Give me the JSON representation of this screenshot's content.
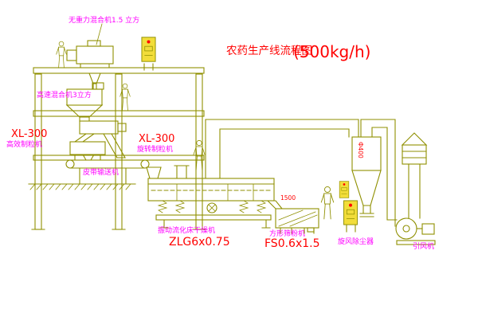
{
  "colors": {
    "bg": "#ffffff",
    "line": "#8f8f00",
    "panel": "#f2dd3a",
    "magenta": "#ff00ff",
    "red": "#ff0000"
  },
  "title": {
    "name": "农药生产线流程图",
    "capacity": "(500kg/h)"
  },
  "labels": {
    "mixer_top": "无重力混合机1.5 立方",
    "mixer_high_speed": "高速混合机3立方",
    "granulator1_model": "XL-300",
    "granulator1_name": "高效制粒机",
    "granulator2_model": "XL-300",
    "granulator2_name": "旋转制粒机",
    "belt_conveyor": "皮带输送机",
    "dryer_name": "振动流化床干燥机",
    "dryer_model": "ZLG6x0.75",
    "sieve_name": "方形筛粉机",
    "sieve_model": "FS0.6x1.5",
    "cyclone_name": "旋风除尘器",
    "fan_name": "引风机"
  },
  "dimensions": {
    "sieve_inlet": "1500",
    "cyclone_outlet": "Ф400"
  }
}
